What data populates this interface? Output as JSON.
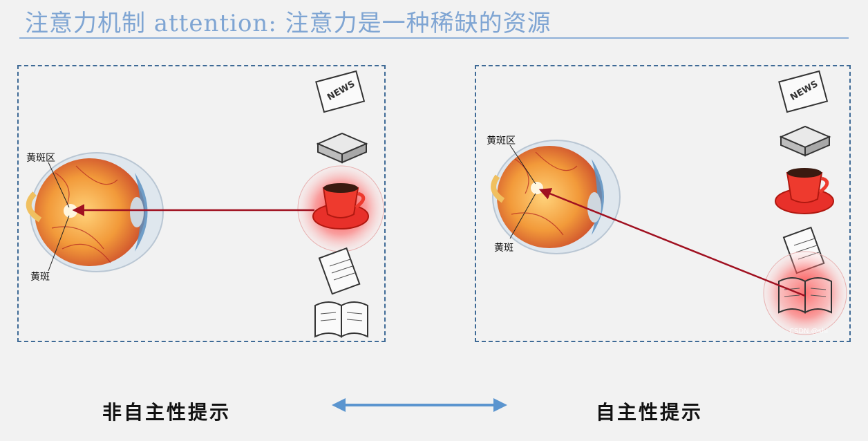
{
  "title": "注意力机制 attention: 注意力是一种稀缺的资源",
  "left_panel": {
    "macula_region_label": "黄斑区",
    "macula_label": "黄斑",
    "caption": "非自主性提示"
  },
  "right_panel": {
    "macula_region_label": "黄斑区",
    "macula_label": "黄斑",
    "caption": "自主性提示",
    "watermark": "CSDN @shi"
  },
  "icons": [
    "newspaper-icon",
    "book-closed-icon",
    "coffee-cup-icon",
    "notepad-icon",
    "book-open-icon"
  ],
  "colors": {
    "accent_title": "#7fa5d3",
    "panel_border": "#3e6a96",
    "attention_arrow": "#a01020",
    "double_arrow": "#5b95cf",
    "highlight": "#ff3a3a"
  }
}
